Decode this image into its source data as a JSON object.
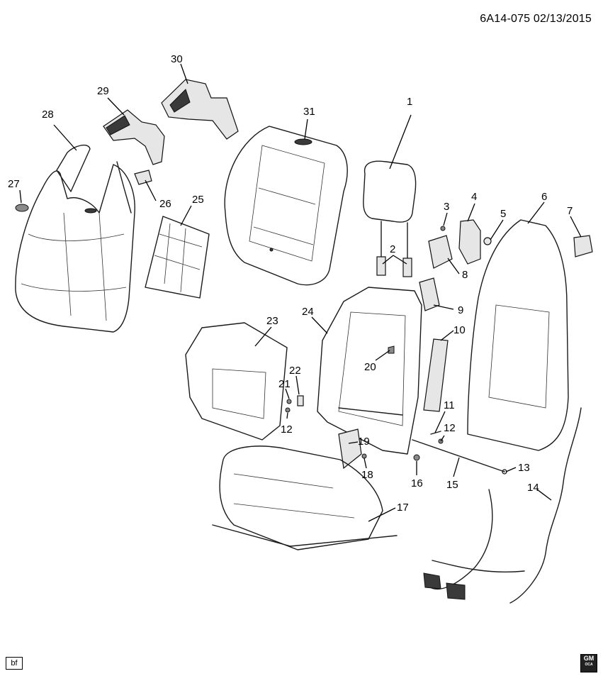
{
  "header": {
    "code": "6A14-075  02/13/2015"
  },
  "callouts": {
    "c1": "1",
    "c2": "2",
    "c3": "3",
    "c4": "4",
    "c5": "5",
    "c6": "6",
    "c7": "7",
    "c8": "8",
    "c9": "9",
    "c10": "10",
    "c11": "11",
    "c12a": "12",
    "c12b": "12",
    "c13": "13",
    "c14": "14",
    "c15": "15",
    "c16": "16",
    "c17": "17",
    "c18": "18",
    "c19": "19",
    "c20": "20",
    "c21": "21",
    "c22": "22",
    "c23": "23",
    "c24": "24",
    "c25": "25",
    "c26": "26",
    "c27": "27",
    "c28": "28",
    "c29": "29",
    "c30": "30",
    "c31": "31"
  },
  "footer": {
    "left_tag": "bf",
    "logo_text": "GM",
    "logo_sub": "OCA"
  }
}
